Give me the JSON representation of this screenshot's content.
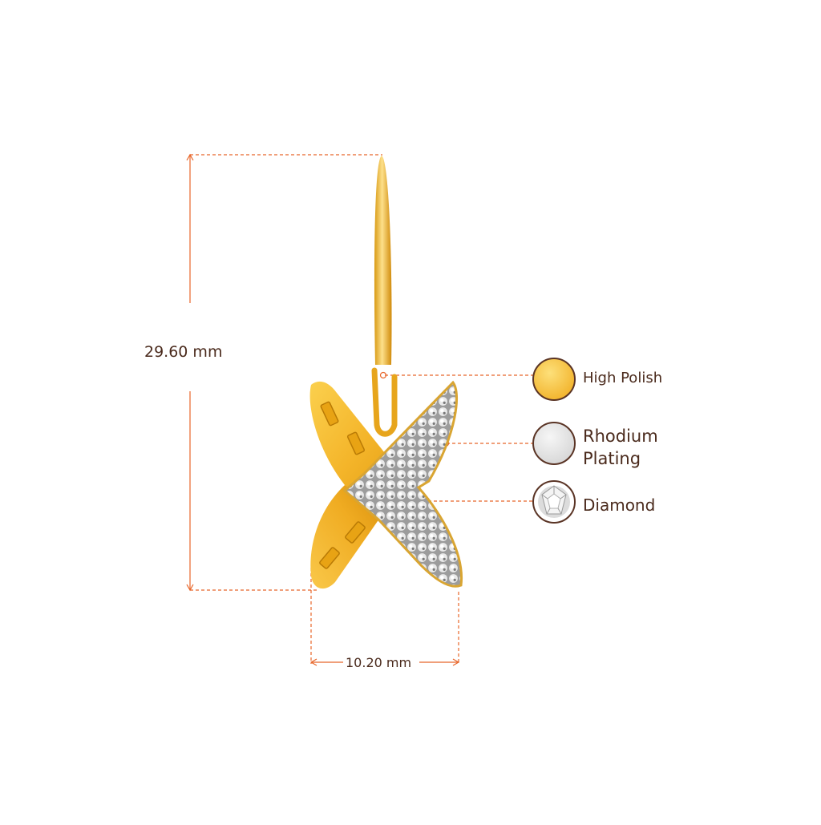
{
  "dimensions": {
    "height": "29.60 mm",
    "width": "10.20 mm"
  },
  "legend": {
    "items": [
      {
        "line1": "High Polish",
        "line2": "",
        "swatch": "#f8c443",
        "icon": "gold-swatch-icon"
      },
      {
        "line1": "Rhodium",
        "line2": "Plating",
        "swatch": "#e6e6e6",
        "icon": "rhodium-swatch-icon"
      },
      {
        "line1": "Diamond",
        "line2": "",
        "swatch": "#ffffff",
        "icon": "diamond-swatch-icon"
      }
    ]
  },
  "colors": {
    "dimension_line": "#e8662a",
    "swatch_ring": "#5a3425",
    "gold_light": "#fbd25a",
    "gold_mid": "#f3b52a",
    "gold_dark": "#d6900c",
    "label_text": "#4a2a1c"
  }
}
